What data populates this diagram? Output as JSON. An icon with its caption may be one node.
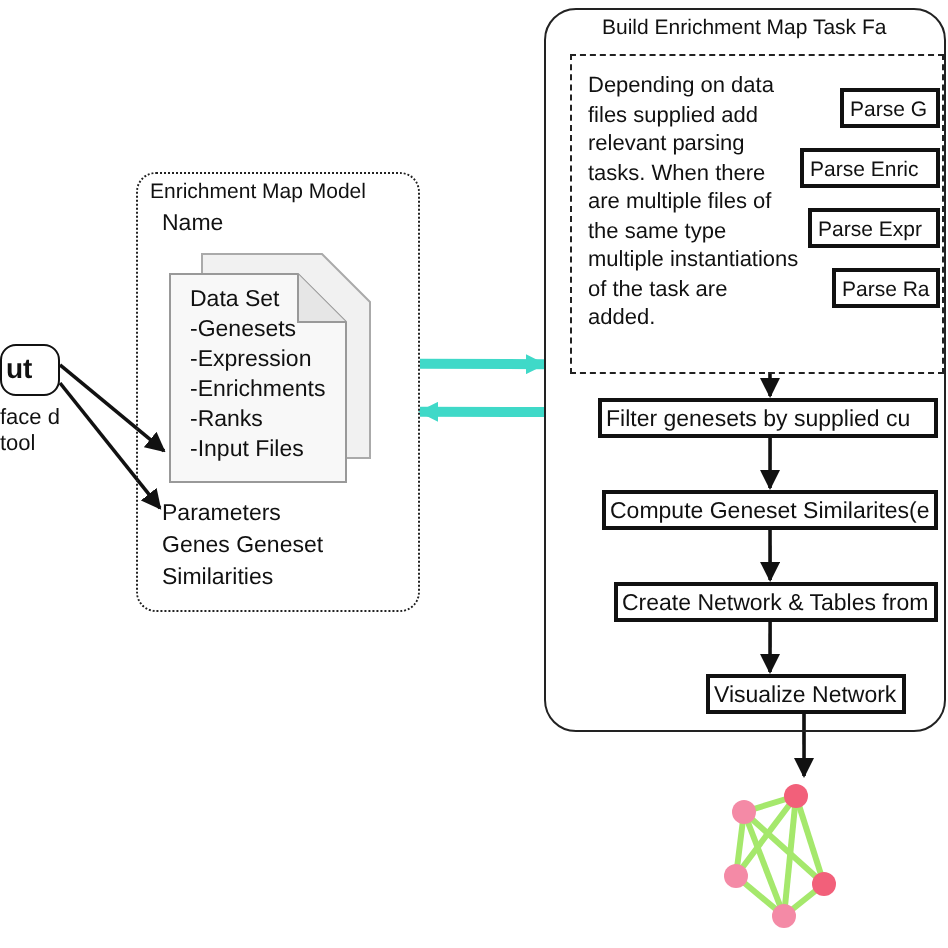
{
  "diagram": {
    "nodes": [
      {
        "text": [
          "ut"
        ],
        "beside": [
          "face d tool"
        ]
      },
      {
        "text": [
          "Enrichment Map Model",
          "Name"
        ]
      },
      {
        "text": [
          "Data Set -Genesets -Expression -Enrichments -Ranks -Input Files"
        ],
        "in": 1
      },
      {
        "text": [
          "Parameters Genes Geneset Similarities"
        ],
        "in": 1
      },
      {
        "text": [
          "Build Enrichment Map Task Fa"
        ]
      },
      {
        "text": [
          "Depending on data files supplied add relevant parsing tasks. When there are multiple files of the same type multiple instantiations of the task are added."
        ],
        "in": 4
      },
      {
        "text": [
          "Parse G"
        ],
        "in": 5
      },
      {
        "text": [
          "Parse Enric"
        ],
        "in": 5
      },
      {
        "text": [
          "Parse Expr"
        ],
        "in": 5
      },
      {
        "text": [
          "Parse Ra"
        ],
        "in": 5
      },
      {
        "text": [
          "Filter genesets by supplied cu"
        ],
        "in": 4
      },
      {
        "text": [
          "Compute Geneset Similarites(e"
        ],
        "in": 4
      },
      {
        "text": [
          "Create Network & Tables from"
        ],
        "in": 4
      },
      {
        "text": [
          "Visualize Network"
        ],
        "in": 4
      },
      {
        "text": [],
        "shape": "picture"
      }
    ],
    "edges": [
      {
        "from": 0,
        "to": 2,
        "arrow": "to"
      },
      {
        "from": 0,
        "to": 3,
        "arrow": "to"
      },
      {
        "from": 1,
        "to": 4,
        "arrow": "to",
        "style": "thick",
        "color": "#3fd9c8"
      },
      {
        "from": 4,
        "to": 1,
        "arrow": "to",
        "style": "thick",
        "color": "#3fd9c8"
      },
      {
        "from": 5,
        "to": 10,
        "arrow": "to"
      },
      {
        "from": 10,
        "to": 11,
        "arrow": "to"
      },
      {
        "from": 11,
        "to": 12,
        "arrow": "to"
      },
      {
        "from": 12,
        "to": 13,
        "arrow": "to"
      },
      {
        "from": 13,
        "to": 14,
        "arrow": "to"
      }
    ]
  }
}
